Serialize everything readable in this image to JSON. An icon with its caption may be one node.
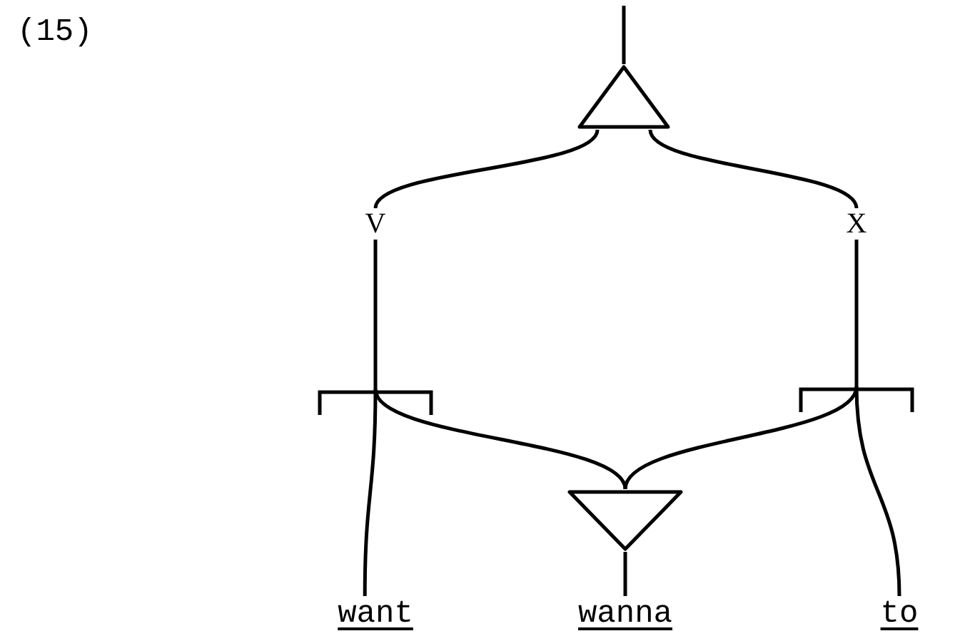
{
  "diagram": {
    "nodes": [
      {
        "text": [],
        "shape": "triangle"
      },
      {
        "text": [
          "V"
        ]
      },
      {
        "text": [
          "X"
        ]
      },
      {
        "text": [],
        "shape": "bracket"
      },
      {
        "text": [],
        "shape": "bracket"
      },
      {
        "text": [],
        "shape": "triangle"
      },
      {
        "text": [
          "want"
        ]
      },
      {
        "text": [
          "wanna"
        ]
      },
      {
        "text": [
          "to"
        ]
      }
    ],
    "edges": [
      {
        "from": null,
        "to": 0,
        "arrow": "none"
      },
      {
        "from": 0,
        "to": 1,
        "arrow": "none"
      },
      {
        "from": 0,
        "to": 2,
        "arrow": "none"
      },
      {
        "from": 1,
        "to": 3,
        "arrow": "none"
      },
      {
        "from": 2,
        "to": 4,
        "arrow": "none"
      },
      {
        "from": 3,
        "to": 6,
        "arrow": "none"
      },
      {
        "from": 3,
        "to": 5,
        "arrow": "none"
      },
      {
        "from": 4,
        "to": 5,
        "arrow": "none"
      },
      {
        "from": 4,
        "to": 8,
        "arrow": "none"
      },
      {
        "from": 5,
        "to": 7,
        "arrow": "none"
      }
    ],
    "labels": [
      "(15)"
    ]
  }
}
